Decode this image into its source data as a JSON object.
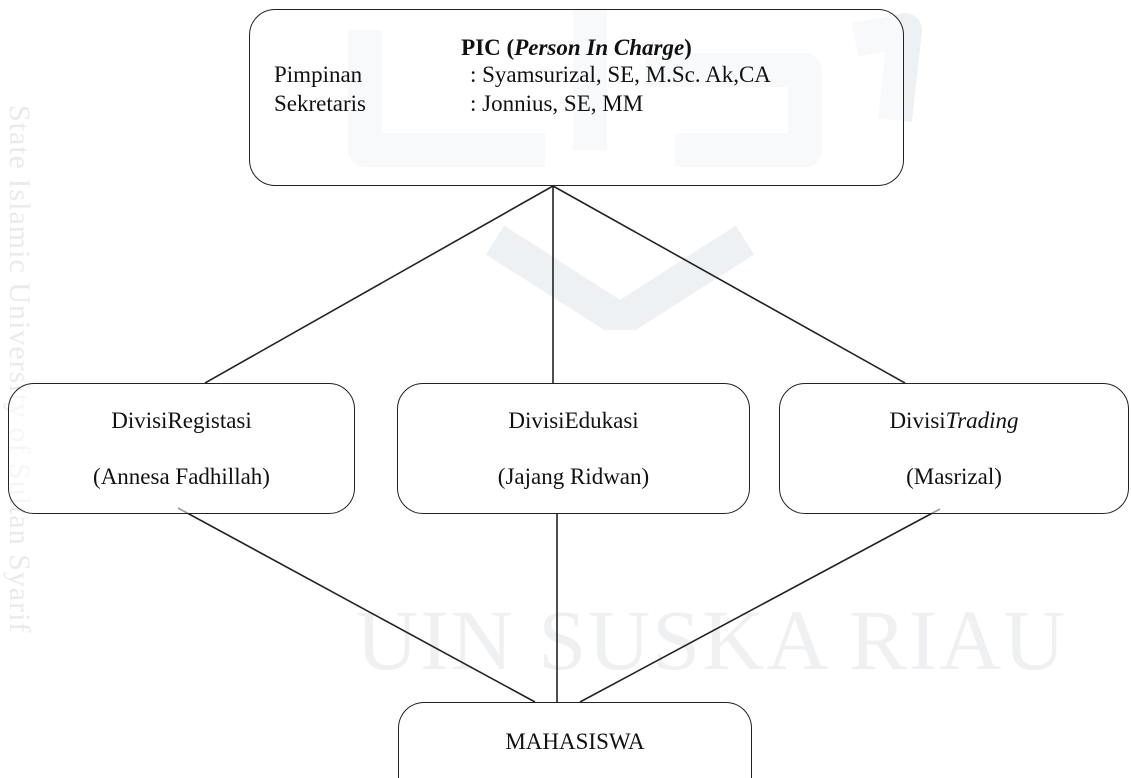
{
  "watermark": {
    "side_text": "State Islamic University of Sultan Syarif",
    "main_text": "UIN SUSKA RIAU"
  },
  "pic": {
    "title_bold": "PIC (",
    "title_italic": "Person In Charge",
    "title_end": ")",
    "rows": [
      {
        "label": "Pimpinan",
        "value": ": Syamsurizal, SE, M.Sc. Ak,CA"
      },
      {
        "label": "Sekretaris",
        "value": ": Jonnius, SE, MM"
      }
    ]
  },
  "divisions": [
    {
      "prefix": "Divisi",
      "name": "Registasi",
      "name_italic": false,
      "person": "(Annesa Fadhillah)"
    },
    {
      "prefix": "Divisi",
      "name": "Edukasi",
      "name_italic": false,
      "person": "(Jajang Ridwan)"
    },
    {
      "prefix": "Divisi",
      "name": "Trading",
      "name_italic": true,
      "person": "(Masrizal)"
    }
  ],
  "bottom": {
    "label": "MAHASISWA"
  },
  "colors": {
    "line": "#222222",
    "watermark": "#e8eaec"
  }
}
